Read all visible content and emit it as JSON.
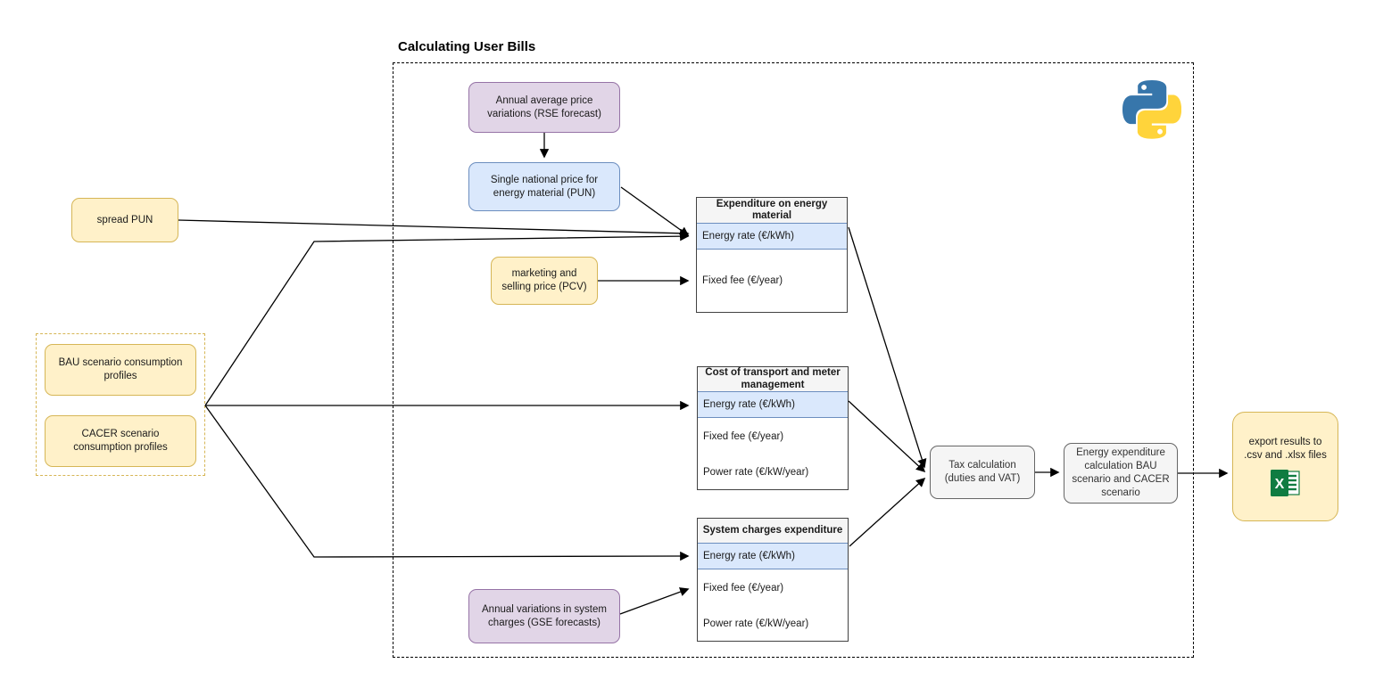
{
  "diagram": {
    "title": "Calculating User Bills"
  },
  "colors": {
    "purple_fill": "#E1D5E7",
    "purple_stroke": "#9673A6",
    "blue_fill": "#DAE8FC",
    "blue_stroke": "#6C8EBF",
    "yellow_fill": "#FFF1C9",
    "yellow_stroke": "#D6B656",
    "gray_fill": "#F5F5F5",
    "gray_stroke": "#666666",
    "table_header_fill": "#F5F5F5",
    "highlight_row_fill": "#DAE8FC",
    "connector_color": "#000000",
    "python_blue": "#3776AB",
    "python_yellow": "#FFD43B",
    "excel_green": "#107C41"
  },
  "nodes": {
    "rse_forecast": {
      "label": "Annual average price variations (RSE forecast)"
    },
    "pun": {
      "label": "Single national price for energy material (PUN)"
    },
    "spread_pun": {
      "label": "spread PUN"
    },
    "pcv": {
      "label": "marketing and selling price (PCV)"
    },
    "bau_profiles": {
      "label": "BAU scenario consumption profiles"
    },
    "cacer_profiles": {
      "label": "CACER scenario consumption profiles"
    },
    "gse_forecast": {
      "label": "Annual variations in system charges (GSE forecasts)"
    },
    "tax_calculation": {
      "label": "Tax calculation (duties and VAT)"
    },
    "energy_expenditure": {
      "label": "Energy expenditure calculation BAU scenario and CACER scenario"
    },
    "export_results": {
      "label": "export results to .csv and .xlsx files"
    }
  },
  "tables": [
    {
      "title": "Expenditure on energy material",
      "rows": [
        "Energy rate (€/kWh)",
        "Fixed fee (€/year)"
      ],
      "highlighted_row": 0
    },
    {
      "title": "Cost of transport and meter management",
      "rows": [
        "Energy rate (€/kWh)",
        "Fixed fee (€/year)",
        "Power rate (€/kW/year)"
      ],
      "highlighted_row": 0
    },
    {
      "title": "System charges expenditure",
      "rows": [
        "Energy rate (€/kWh)",
        "Fixed fee (€/year)",
        "Power rate (€/kW/year)"
      ],
      "highlighted_row": 0
    }
  ],
  "icons": {
    "python": "python-logo",
    "excel": "excel-logo"
  }
}
